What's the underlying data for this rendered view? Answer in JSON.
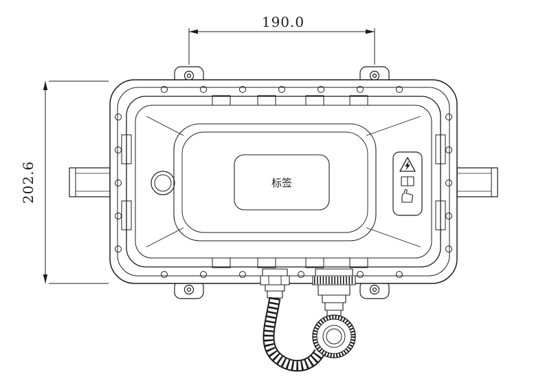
{
  "drawing": {
    "dimensions": {
      "width_label": "190.0",
      "height_label": "202.6"
    },
    "center_label": "标签",
    "warning_icons": [
      "electric-shock-warning-icon",
      "read-manual-icon",
      "hand-touch-warning-icon"
    ],
    "colors": {
      "line": "#1b1b1b",
      "background": "#ffffff"
    }
  }
}
